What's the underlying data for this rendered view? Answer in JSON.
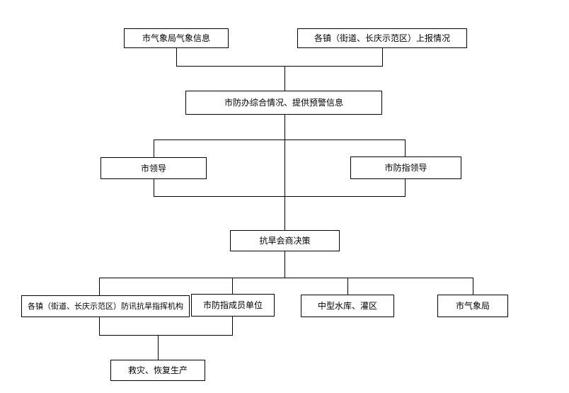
{
  "diagram": {
    "type": "flowchart",
    "background_color": "#ffffff",
    "box_fill": "#ffffff",
    "box_border_color": "#000000",
    "line_color": "#000000",
    "text_color": "#000000",
    "nodes": [
      {
        "id": "met-info",
        "label": "市气象局气象信息"
      },
      {
        "id": "town-report",
        "label": "各镇（街道、长庆示范区）上报情况"
      },
      {
        "id": "fangban",
        "label": "市防办综合情况、提供预警信息"
      },
      {
        "id": "city-leaders",
        "label": "市领导"
      },
      {
        "id": "fangzhi-leaders",
        "label": "市防指领导"
      },
      {
        "id": "consult",
        "label": "抗旱会商决策"
      },
      {
        "id": "town-hq",
        "label": "各镇（街道、长庆示范区）防讯抗旱指挥机构"
      },
      {
        "id": "members",
        "label": "市防指成员单位"
      },
      {
        "id": "reservoirs",
        "label": "中型水库、灌区"
      },
      {
        "id": "met-bureau",
        "label": "市气象局"
      },
      {
        "id": "relief",
        "label": "救灾、恢复生产"
      }
    ],
    "edges": [
      [
        "met-info",
        "fangban"
      ],
      [
        "town-report",
        "fangban"
      ],
      [
        "fangban",
        "city-leaders"
      ],
      [
        "fangban",
        "fangzhi-leaders"
      ],
      [
        "fangban",
        "consult"
      ],
      [
        "city-leaders",
        "consult"
      ],
      [
        "fangzhi-leaders",
        "consult"
      ],
      [
        "consult",
        "town-hq"
      ],
      [
        "consult",
        "members"
      ],
      [
        "consult",
        "reservoirs"
      ],
      [
        "consult",
        "met-bureau"
      ],
      [
        "town-hq",
        "relief"
      ],
      [
        "members",
        "relief"
      ]
    ]
  }
}
